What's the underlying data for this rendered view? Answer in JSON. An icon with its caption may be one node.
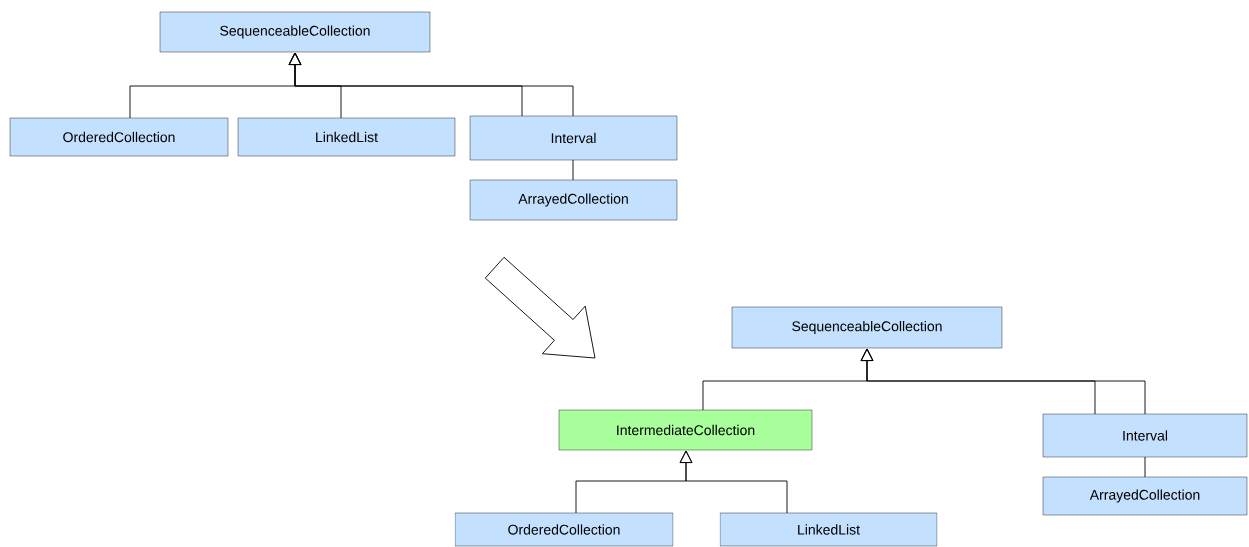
{
  "diagram": {
    "nodes": [
      {
        "text": [
          "SequenceableCollection"
        ]
      },
      {
        "text": [
          "OrderedCollection"
        ]
      },
      {
        "text": [
          "LinkedList"
        ]
      },
      {
        "text": [
          "Interval"
        ]
      },
      {
        "text": [
          "ArrayedCollection"
        ]
      },
      {
        "text": [
          "SequenceableCollection"
        ]
      },
      {
        "text": [
          "IntermediateCollection"
        ]
      },
      {
        "text": [
          "Interval"
        ]
      },
      {
        "text": [
          "ArrayedCollection"
        ]
      },
      {
        "text": [
          "OrderedCollection"
        ]
      },
      {
        "text": [
          "LinkedList"
        ]
      }
    ],
    "edges": [
      {
        "from": 1,
        "to": 0,
        "arrow": "to"
      },
      {
        "from": 2,
        "to": 0,
        "arrow": "to"
      },
      {
        "from": 3,
        "to": 0,
        "arrow": "to"
      },
      {
        "from": 4,
        "to": 3,
        "arrow": "none"
      },
      {
        "from": 3,
        "to": 0,
        "arrow": "to"
      },
      {
        "from": 6,
        "to": 5,
        "arrow": "to"
      },
      {
        "from": 7,
        "to": 5,
        "arrow": "to"
      },
      {
        "from": 8,
        "to": 7,
        "arrow": "none"
      },
      {
        "from": 7,
        "to": 5,
        "arrow": "to"
      },
      {
        "from": 9,
        "to": 6,
        "arrow": "to"
      },
      {
        "from": 10,
        "to": 6,
        "arrow": "to"
      }
    ]
  }
}
